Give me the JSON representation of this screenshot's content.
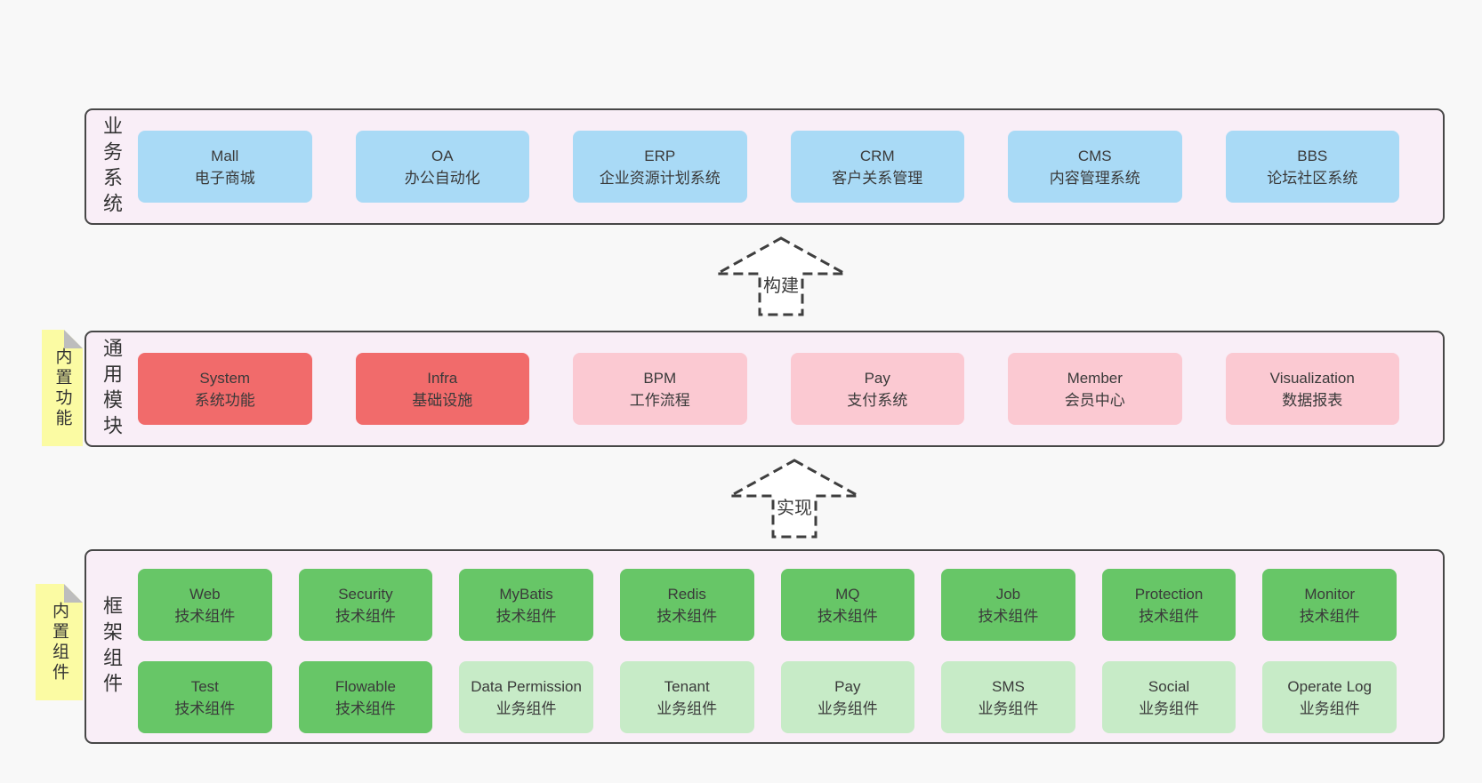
{
  "diagram": {
    "sections": [
      {
        "label": "业务系统",
        "boxes": [
          {
            "title": "Mall",
            "subtitle": "电子商城"
          },
          {
            "title": "OA",
            "subtitle": "办公自动化"
          },
          {
            "title": "ERP",
            "subtitle": "企业资源计划系统"
          },
          {
            "title": "CRM",
            "subtitle": "客户关系管理"
          },
          {
            "title": "CMS",
            "subtitle": "内容管理系统"
          },
          {
            "title": "BBS",
            "subtitle": "论坛社区系统"
          }
        ]
      },
      {
        "label": "通用模块",
        "sticky": "内置功能",
        "boxes": [
          {
            "title": "System",
            "subtitle": "系统功能"
          },
          {
            "title": "Infra",
            "subtitle": "基础设施"
          },
          {
            "title": "BPM",
            "subtitle": "工作流程"
          },
          {
            "title": "Pay",
            "subtitle": "支付系统"
          },
          {
            "title": "Member",
            "subtitle": "会员中心"
          },
          {
            "title": "Visualization",
            "subtitle": "数据报表"
          }
        ]
      },
      {
        "label": "框架组件",
        "sticky": "内置组件",
        "row1": [
          {
            "title": "Web",
            "subtitle": "技术组件"
          },
          {
            "title": "Security",
            "subtitle": "技术组件"
          },
          {
            "title": "MyBatis",
            "subtitle": "技术组件"
          },
          {
            "title": "Redis",
            "subtitle": "技术组件"
          },
          {
            "title": "MQ",
            "subtitle": "技术组件"
          },
          {
            "title": "Job",
            "subtitle": "技术组件"
          },
          {
            "title": "Protection",
            "subtitle": "技术组件"
          },
          {
            "title": "Monitor",
            "subtitle": "技术组件"
          }
        ],
        "row2": [
          {
            "title": "Test",
            "subtitle": "技术组件"
          },
          {
            "title": "Flowable",
            "subtitle": "技术组件"
          },
          {
            "title": "Data Permission",
            "subtitle": "业务组件"
          },
          {
            "title": "Tenant",
            "subtitle": "业务组件"
          },
          {
            "title": "Pay",
            "subtitle": "业务组件"
          },
          {
            "title": "SMS",
            "subtitle": "业务组件"
          },
          {
            "title": "Social",
            "subtitle": "业务组件"
          },
          {
            "title": "Operate Log",
            "subtitle": "业务组件"
          }
        ]
      }
    ],
    "arrows": [
      {
        "label": "构建"
      },
      {
        "label": "实现"
      }
    ],
    "colors": {
      "page_bg": "#f8f8f8",
      "panel_bg": "#f9eef7",
      "panel_border": "#474747",
      "blue": "#a9daf6",
      "red": "#f16b6b",
      "pink": "#fbc9d2",
      "green": "#67c667",
      "light_green": "#c7ebc7",
      "sticky_yellow": "#fbfba3",
      "sticky_fold": "#bdbdbd",
      "text": "#3a3a3a"
    }
  }
}
